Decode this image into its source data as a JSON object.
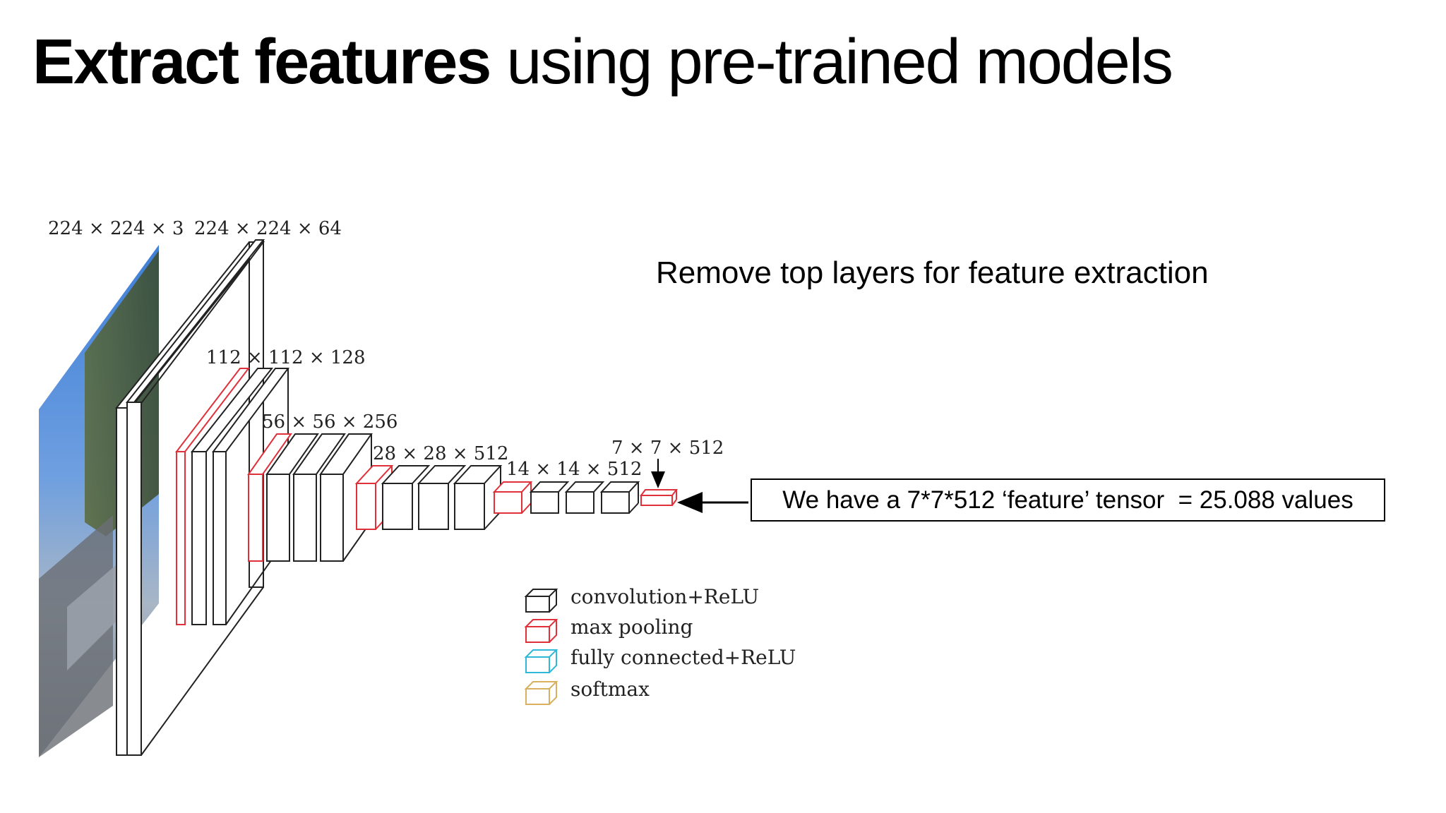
{
  "slide": {
    "title_bold": "Extract features",
    "title_rest": " using pre-trained models",
    "subtitle": "Remove top layers for feature extraction",
    "callout": "We have a 7*7*512 ‘feature’ tensor  = 25.088 values"
  },
  "diagram": {
    "dimension_labels": {
      "input": "224 × 224 × 3",
      "conv1": "224 × 224 × 64",
      "conv2": "112 × 112 × 128",
      "conv3": "56 × 56 × 256",
      "conv4": "28 × 28 × 512",
      "conv5": "14 × 14 × 512",
      "pool5": "7 × 7 × 512"
    },
    "legend": [
      {
        "label": "convolution+ReLU",
        "color": "#222222"
      },
      {
        "label": "max  pooling",
        "color": "#e0303a"
      },
      {
        "label": "fully  connected+ReLU",
        "color": "#30b8d8"
      },
      {
        "label": "softmax",
        "color": "#d8b060"
      }
    ],
    "colors": {
      "conv": "#222222",
      "pool": "#e0303a"
    }
  }
}
